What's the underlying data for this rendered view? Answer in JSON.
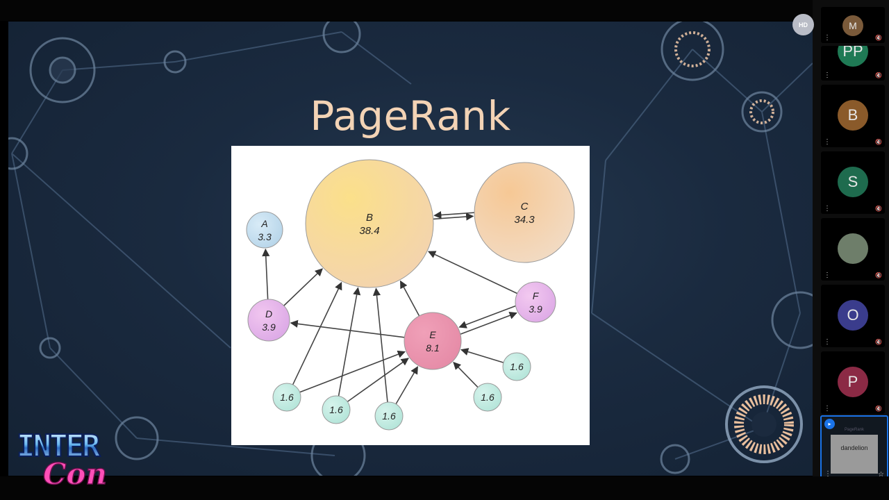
{
  "slide": {
    "title": "PageRank",
    "nodes": [
      {
        "id": "A",
        "label": "A",
        "value": "3.3"
      },
      {
        "id": "B",
        "label": "B",
        "value": "38.4"
      },
      {
        "id": "C",
        "label": "C",
        "value": "34.3"
      },
      {
        "id": "D",
        "label": "D",
        "value": "3.9"
      },
      {
        "id": "E",
        "label": "E",
        "value": "8.1"
      },
      {
        "id": "F",
        "label": "F",
        "value": "3.9"
      },
      {
        "id": "n1",
        "label": "",
        "value": "1.6"
      },
      {
        "id": "n2",
        "label": "",
        "value": "1.6"
      },
      {
        "id": "n3",
        "label": "",
        "value": "1.6"
      },
      {
        "id": "n4",
        "label": "",
        "value": "1.6"
      },
      {
        "id": "n5",
        "label": "",
        "value": "1.6"
      }
    ],
    "edges": [
      [
        "B",
        "C"
      ],
      [
        "C",
        "B"
      ],
      [
        "D",
        "A"
      ],
      [
        "D",
        "B"
      ],
      [
        "E",
        "D"
      ],
      [
        "E",
        "B"
      ],
      [
        "E",
        "F"
      ],
      [
        "F",
        "E"
      ],
      [
        "F",
        "B"
      ],
      [
        "n1",
        "B"
      ],
      [
        "n1",
        "E"
      ],
      [
        "n2",
        "B"
      ],
      [
        "n2",
        "E"
      ],
      [
        "n3",
        "B"
      ],
      [
        "n3",
        "E"
      ],
      [
        "n4",
        "E"
      ],
      [
        "n5",
        "E"
      ]
    ]
  },
  "meeting": {
    "hd_badge": "HD",
    "participants": [
      {
        "initial": "M",
        "color": "#7a5a3a"
      },
      {
        "initial": "PP",
        "color": "#1f7a55"
      },
      {
        "initial": "B",
        "color": "#8a5a2a"
      },
      {
        "initial": "S",
        "color": "#1e6b4e"
      },
      {
        "initial": "",
        "color": "#6e7e6a"
      },
      {
        "initial": "O",
        "color": "#3a3c8c"
      },
      {
        "initial": "P",
        "color": "#8b2a45"
      }
    ],
    "presenting": {
      "slide_title": "PageRank",
      "label": "dandelion"
    }
  },
  "logo": {
    "top": "INTER",
    "bottom": "Con"
  }
}
